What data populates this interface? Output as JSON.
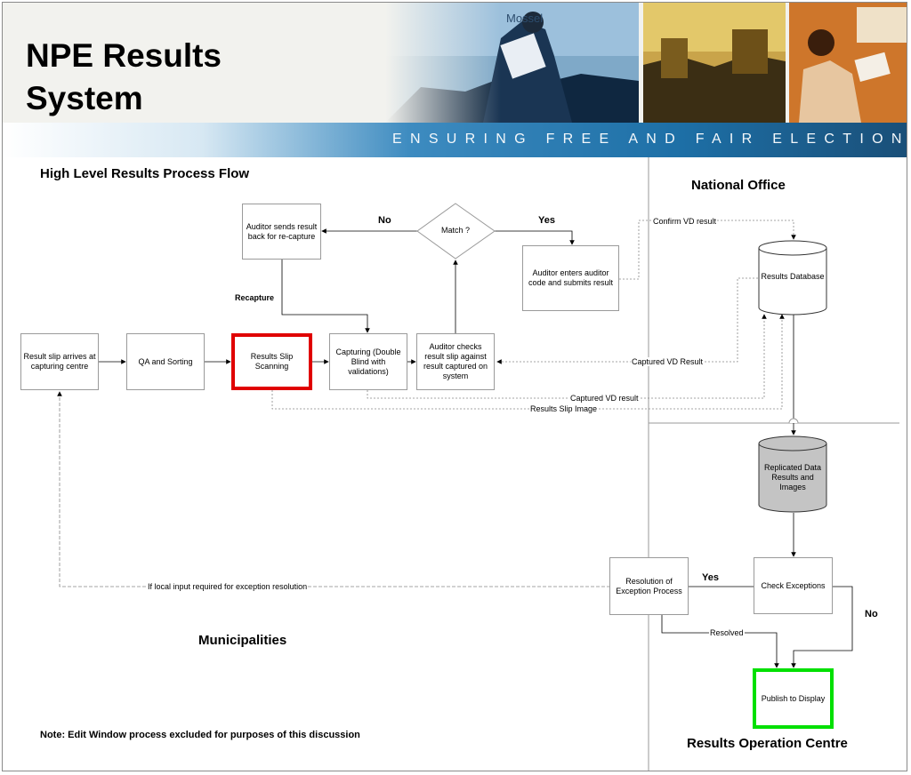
{
  "header": {
    "title_line1": "NPE Results",
    "title_line2": "System",
    "tagline": "ENSURING FREE AND FAIR ELECTIONS",
    "photo_sign_text": "Mossel"
  },
  "sections": {
    "flow_title": "High Level Results Process Flow",
    "national_office": "National Office",
    "municipalities": "Municipalities",
    "results_operation_centre": "Results Operation Centre",
    "note": "Note: Edit Window process excluded for purposes of this discussion"
  },
  "nodes": {
    "result_slip_arrives": "Result slip arrives at capturing centre",
    "qa_sorting": "QA and Sorting",
    "results_slip_scanning": "Results Slip Scanning",
    "capturing": "Capturing (Double Blind with validations)",
    "auditor_checks": "Auditor checks result slip against result captured on system",
    "match": "Match ?",
    "auditor_sends_back": "Auditor sends result back for re-capture",
    "auditor_enters_code": "Auditor enters auditor code and submits result",
    "results_database": "Results Database",
    "replicated_data": "Replicated Data Results and Images",
    "check_exceptions": "Check Exceptions",
    "resolution_exception": "Resolution of Exception Process",
    "publish_display": "Publish to Display"
  },
  "edges": {
    "no_match": "No",
    "yes_match": "Yes",
    "recapture": "Recapture",
    "confirm_vd": "Confirm VD result",
    "captured_vd_result_upper": "Captured VD Result",
    "captured_vd_result_lower": "Captured VD result",
    "results_slip_image": "Results Slip Image",
    "yes_exceptions": "Yes",
    "no_exceptions": "No",
    "resolved": "Resolved",
    "local_input": "If local input required for exception resolution"
  }
}
